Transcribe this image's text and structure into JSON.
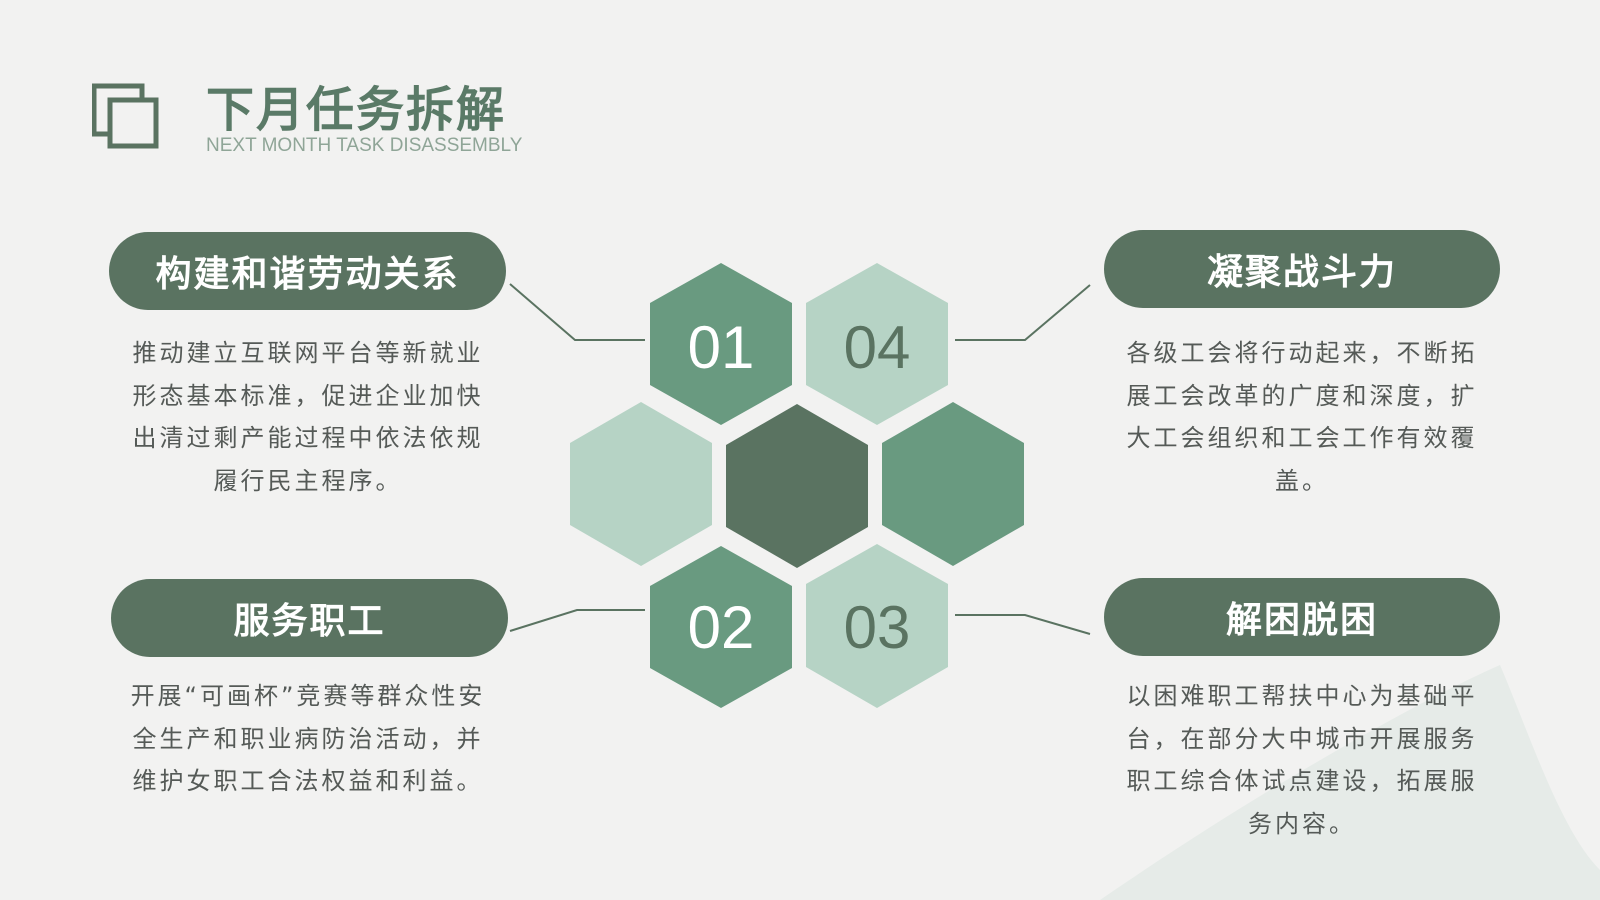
{
  "header": {
    "title": "下月任务拆解",
    "subtitle": "NEXT MONTH TASK DISASSEMBLY",
    "icon": "layered-squares-icon"
  },
  "colors": {
    "background": "#f2f2f1",
    "pill": "#5a7361",
    "hex_dark": "#5a7361",
    "hex_mid": "#699a80",
    "hex_light": "#b6d3c5",
    "title": "#5a7a67",
    "text": "#555a57"
  },
  "tasks": [
    {
      "number": "01",
      "title": "构建和谐劳动关系",
      "description": "推动建立互联网平台等新就业形态基本标准，促进企业加快出清过剩产能过程中依法依规履行民主程序。"
    },
    {
      "number": "02",
      "title": "服务职工",
      "description": "开展“可画杯”竞赛等群众性安全生产和职业病防治活动，并维护女职工合法权益和利益。"
    },
    {
      "number": "03",
      "title": "解困脱困",
      "description": "以困难职工帮扶中心为基础平台，在部分大中城市开展服务职工综合体试点建设，拓展服务内容。"
    },
    {
      "number": "04",
      "title": "凝聚战斗力",
      "description": "各级工会将行动起来，不断拓展工会改革的广度和深度，扩大工会组织和工会工作有效覆盖。"
    }
  ]
}
